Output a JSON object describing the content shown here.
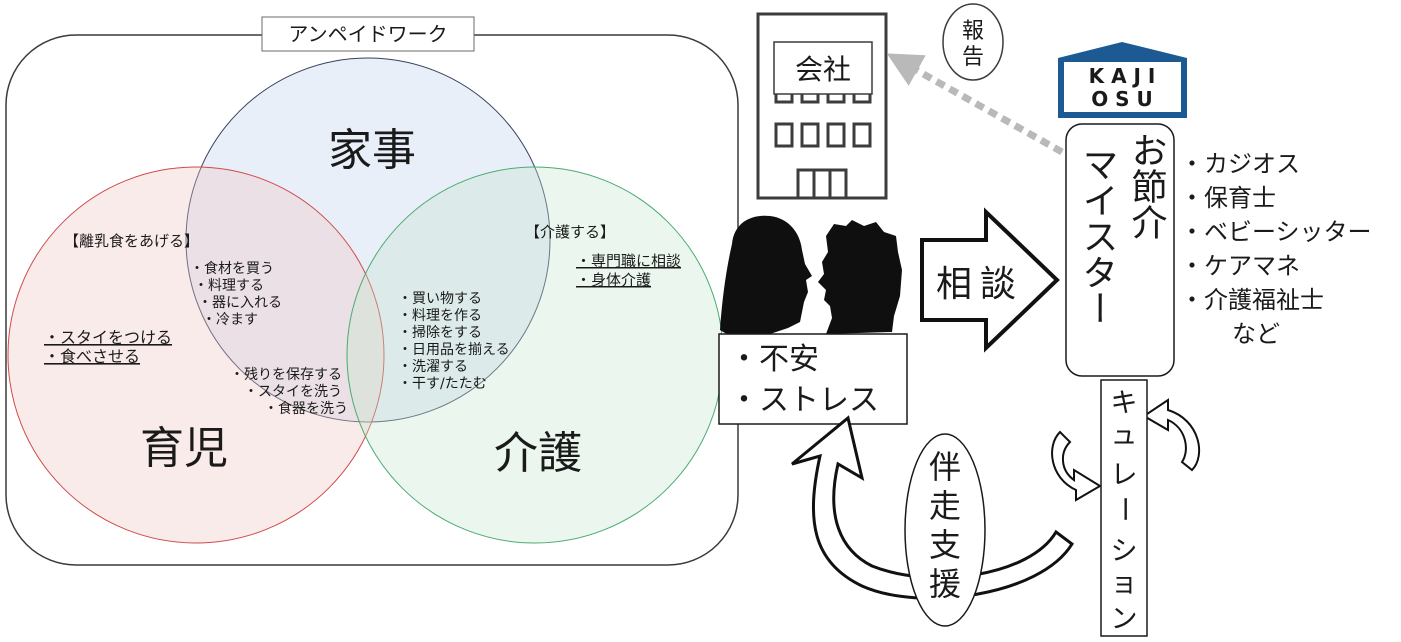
{
  "frame": {
    "title": "アンペイドワーク"
  },
  "circles": {
    "housework": "家事",
    "childcare": "育児",
    "nursing": "介護"
  },
  "childcare_only": {
    "heading": "【離乳食をあげる】",
    "items": [
      "・スタイをつける",
      "・食べさせる"
    ]
  },
  "housework_childcare": [
    "・食材を買う",
    "・料理する",
    "・器に入れる",
    "・冷ます"
  ],
  "childcare_nursing": [
    "・残りを保存する",
    "・スタイを洗う",
    "・食器を洗う"
  ],
  "nursing_only": {
    "heading": "【介護する】",
    "items": [
      "・専門職に相談",
      "・身体介護"
    ]
  },
  "all_three": [
    "・買い物する",
    "・料理を作る",
    "・掃除をする",
    "・日用品を揃える",
    "・洗濯する",
    "・干す/たたむ"
  ],
  "company": "会社",
  "report": [
    "報",
    "告"
  ],
  "logo": {
    "line1": "K A J I",
    "line2": "O S U"
  },
  "worries": [
    "・不安",
    "・ストレス"
  ],
  "consult": [
    "相",
    "談"
  ],
  "meister": {
    "col_right": "お節介",
    "col_left": "マイスター"
  },
  "experts": [
    "・カジオス",
    "・保育士",
    "・ベビーシッター",
    "・ケアマネ",
    "・介護福祉士"
  ],
  "experts_tail": "など",
  "accompany": [
    "伴",
    "走",
    "支",
    "援"
  ],
  "curation": [
    "キ",
    "ュ",
    "レ",
    "ー",
    "シ",
    "ョ",
    "ン"
  ]
}
